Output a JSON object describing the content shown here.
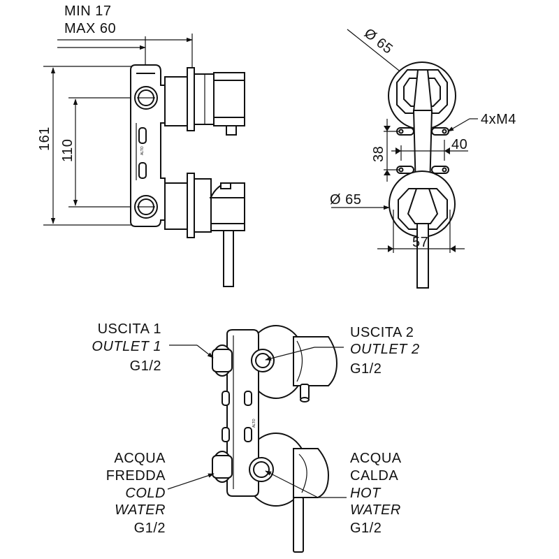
{
  "dimensions": {
    "min": "MIN 17",
    "max": "MAX 60",
    "height_total": "161",
    "height_inner": "110",
    "diameter_top": "Ø 65",
    "diameter_bottom": "Ø 65",
    "screws": "4xM4",
    "vertical_spacing": "38",
    "horizontal_spacing": "40",
    "width": "57"
  },
  "labels": {
    "outlet1": {
      "it": "USCITA 1",
      "en": "OUTLET 1",
      "thread": "G1/2"
    },
    "outlet2": {
      "it": "USCITA 2",
      "en": "OUTLET 2",
      "thread": "G1/2"
    },
    "cold": {
      "it1": "ACQUA",
      "it2": "FREDDA",
      "en1": "COLD",
      "en2": "WATER",
      "thread": "G1/2"
    },
    "hot": {
      "it1": "ACQUA",
      "it2": "CALDA",
      "en1": "HOT",
      "en2": "WATER",
      "thread": "G1/2"
    }
  },
  "colors": {
    "line": "#111111",
    "background": "#ffffff"
  }
}
